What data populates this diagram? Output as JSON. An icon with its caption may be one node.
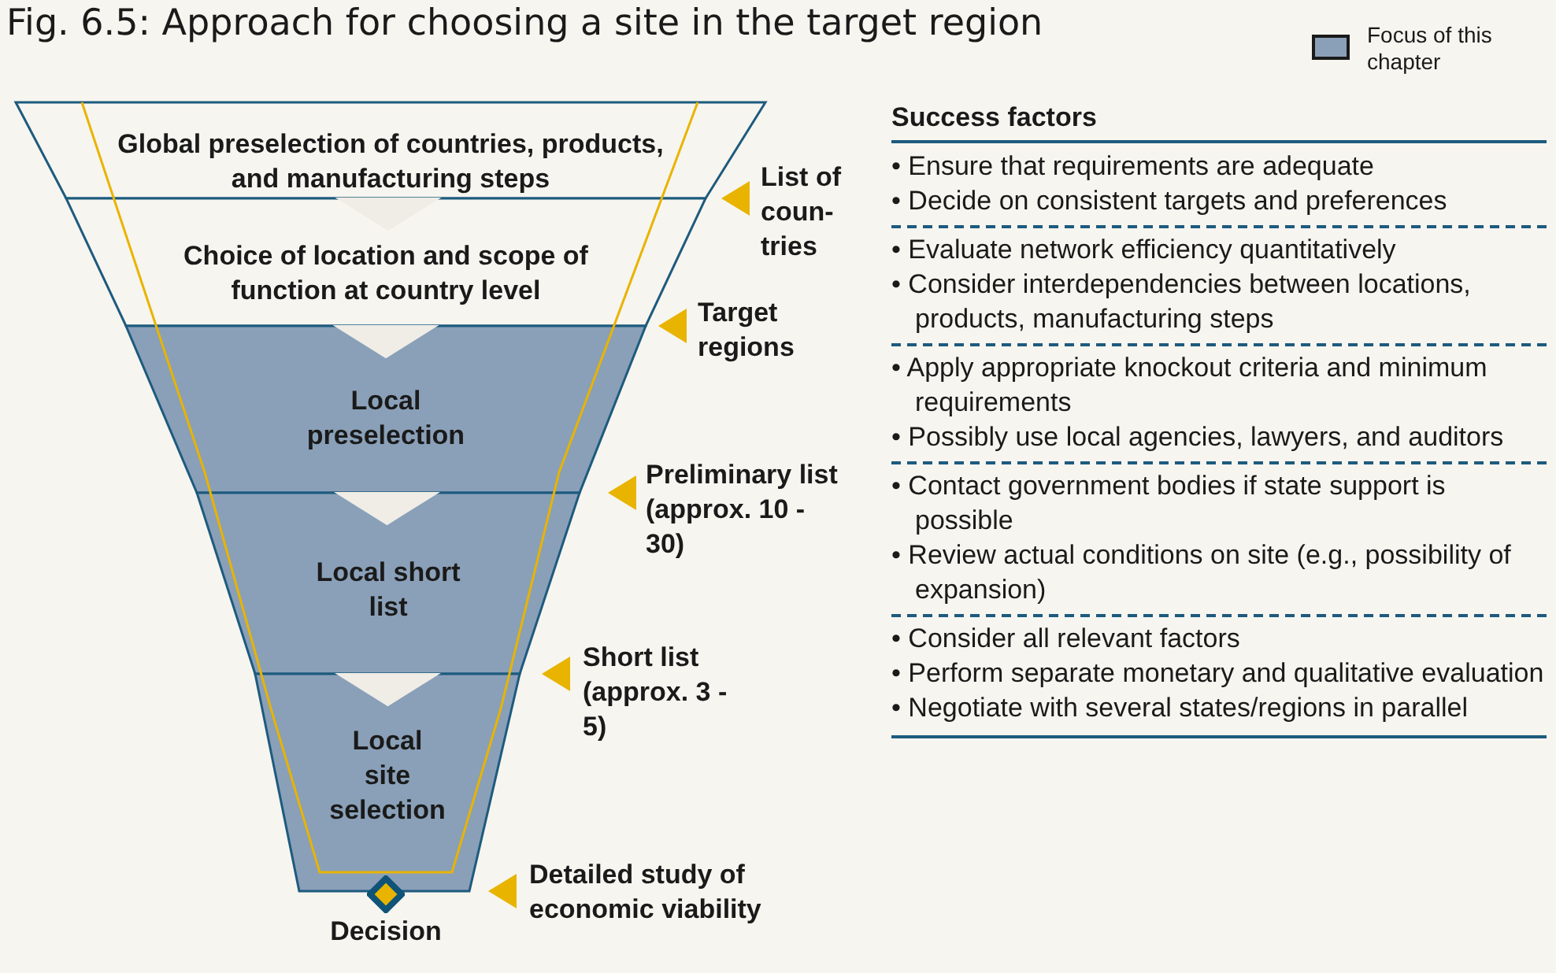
{
  "diagram": {
    "title": "Fig. 6.5: Approach for choosing a site in the target region",
    "nodes": [
      {
        "text": [
          "Global preselection of countries, products, and manufacturing steps"
        ]
      },
      {
        "text": [
          "Choice of location and scope of function at country level"
        ]
      },
      {
        "text": [
          "Local preselection"
        ]
      },
      {
        "text": [
          "Local short list"
        ]
      },
      {
        "text": [
          "Local site selection"
        ]
      },
      {
        "text": [
          "Decision"
        ]
      }
    ],
    "edges": [
      {
        "from": 0,
        "to": 1,
        "arrow": "to"
      },
      {
        "from": 1,
        "to": 2,
        "arrow": "to"
      },
      {
        "from": 2,
        "to": 3,
        "arrow": "to"
      },
      {
        "from": 3,
        "to": 4,
        "arrow": "to"
      }
    ],
    "labels": [
      "List of coun-tries",
      "Target regions",
      "Preliminary list (approx. 10 - 30)",
      "Short list (approx. 3 - 5)",
      "Detailed study of economic viability",
      "Success factors",
      "• Ensure that requirements are adequate",
      "• Decide on consistent targets and preferences",
      "• Evaluate network efficiency quantitatively",
      "• Consider interdependencies between locations, products, manufacturing steps",
      "• Apply appropriate knockout criteria and minimum requirements",
      "• Possibly use local agencies, lawyers, and auditors",
      "• Contact government bodies if state support is possible",
      "• Review actual conditions on site (e.g., possibility of expansion)",
      "• Consider all relevant factors",
      "• Perform separate monetary and qualitative evaluation",
      "• Negotiate with several states/regions in parallel"
    ],
    "legend": [
      {
        "text": "Focus of this chapter",
        "color": "#8aa0b8"
      }
    ]
  }
}
